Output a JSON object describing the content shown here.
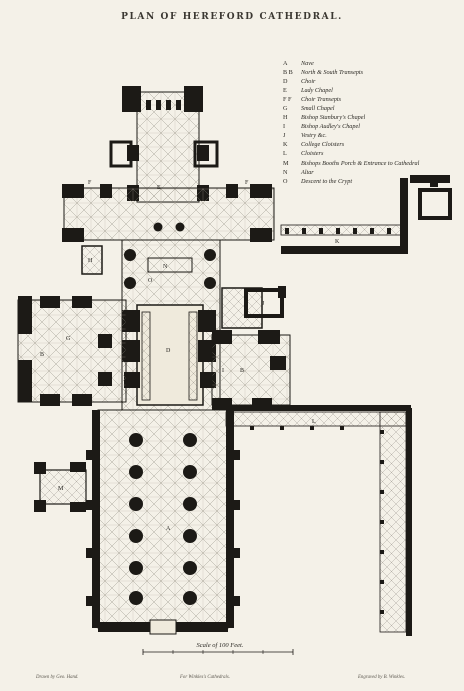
{
  "title": "PLAN OF HEREFORD CATHEDRAL.",
  "legend": [
    {
      "key": "A",
      "label": "Nave"
    },
    {
      "key": "B B",
      "label": "North & South Transepts"
    },
    {
      "key": "D",
      "label": "Choir"
    },
    {
      "key": "E",
      "label": "Lady Chapel"
    },
    {
      "key": "F F",
      "label": "Choir Transepts"
    },
    {
      "key": "G",
      "label": "Small Chapel"
    },
    {
      "key": "H",
      "label": "Bishop Stanbury's Chapel"
    },
    {
      "key": "I",
      "label": "Bishop Audley's Chapel"
    },
    {
      "key": "J",
      "label": "Vestry &c."
    },
    {
      "key": "K",
      "label": "College Cloisters"
    },
    {
      "key": "L",
      "label": "Cloisters"
    },
    {
      "key": "M",
      "label": "Bishops Booths Porch & Entrance to Cathedral"
    },
    {
      "key": "N",
      "label": "Altar"
    },
    {
      "key": "O",
      "label": "Descent to the Crypt"
    }
  ],
  "plan_letters": {
    "A": "A",
    "B1": "B",
    "B2": "B",
    "D": "D",
    "E": "E",
    "F1": "F",
    "F2": "F",
    "G": "G",
    "H": "H",
    "I": "I",
    "J": "J",
    "K": "K",
    "L": "L",
    "M": "M",
    "N": "N",
    "O": "O"
  },
  "scale_label": "Scale of 100 Feet.",
  "credits": {
    "left": "Drawn by Geo. Hand.",
    "center": "For Winkles's Cathedrals.",
    "right": "Engraved by B. Winkles."
  }
}
